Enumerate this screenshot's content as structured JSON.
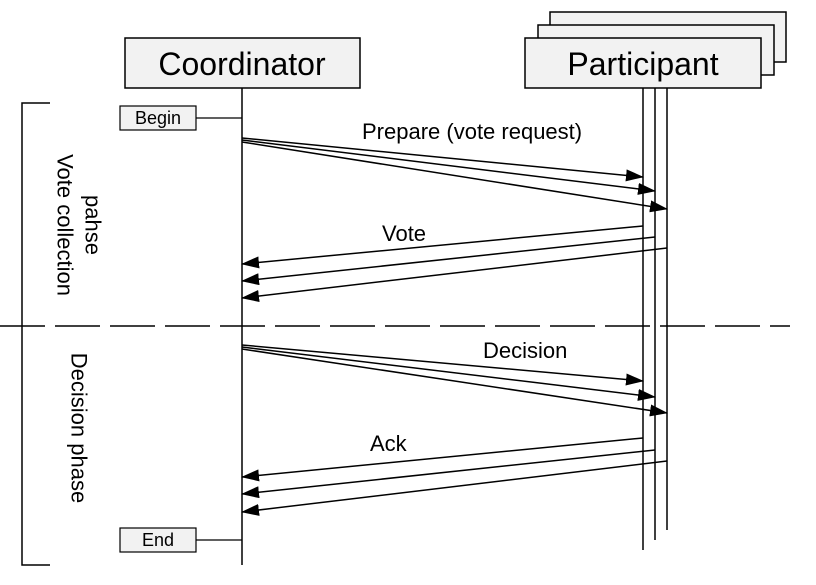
{
  "actors": {
    "coordinator": "Coordinator",
    "participant": "Participant"
  },
  "markers": {
    "begin": "Begin",
    "end": "End"
  },
  "messages": {
    "prepare": "Prepare (vote request)",
    "vote": "Vote",
    "decision": "Decision",
    "ack": "Ack"
  },
  "phases": {
    "vote_line1": "Vote collection",
    "vote_line2": "pahse",
    "decision": "Decision phase"
  }
}
